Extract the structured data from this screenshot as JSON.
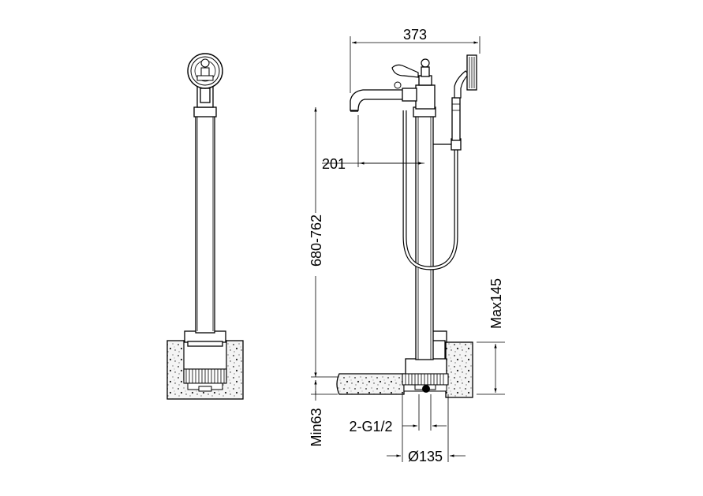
{
  "dimensions": {
    "total_width": "373",
    "spout_reach": "201",
    "height_range": "680-762",
    "min_depth": "Min63",
    "max_depth": "Max145",
    "connection": "2-G1/2",
    "base_diameter": "Ø135"
  }
}
